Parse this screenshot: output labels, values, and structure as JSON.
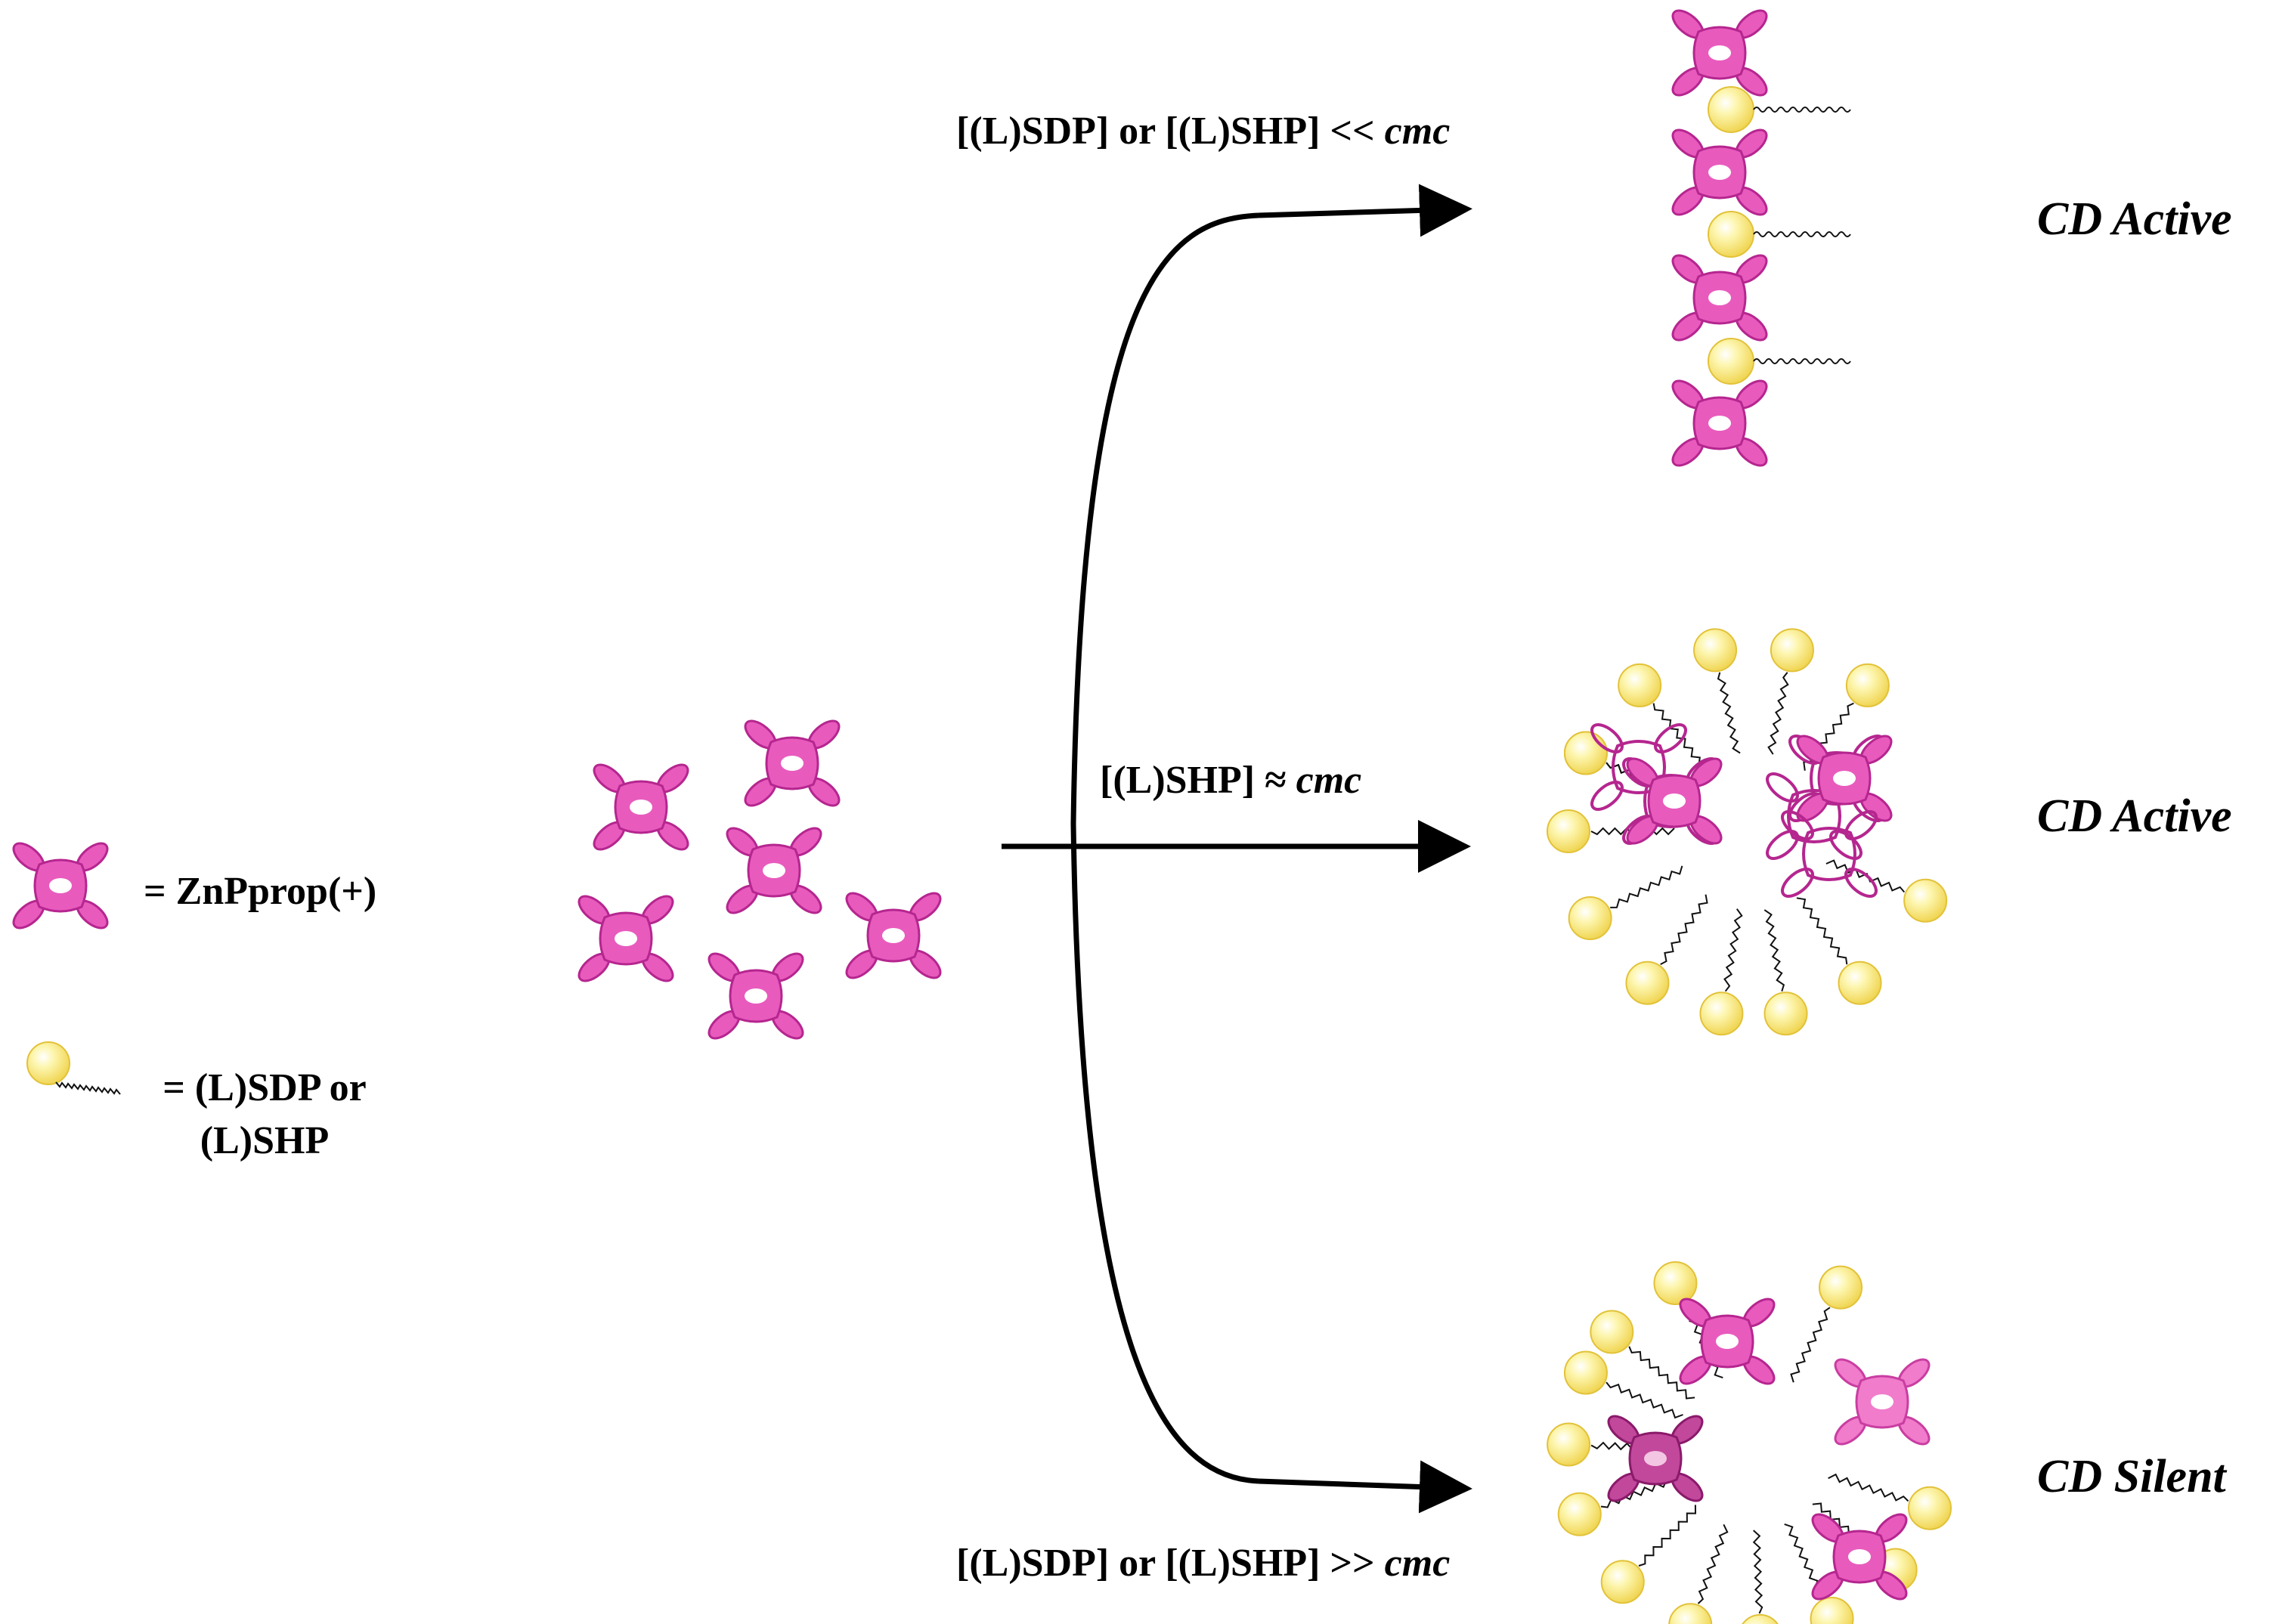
{
  "legend": {
    "porphyrin_label": "= ZnPprop(+)",
    "surfactant_label_line1": "= (L)SDP or",
    "surfactant_label_line2": "(L)SHP"
  },
  "conditions": {
    "top": {
      "prefix": "[(L)SDP] or [(L)SHP] << ",
      "suffix": "cmc"
    },
    "middle": {
      "prefix": "[(L)SHP] ≈ ",
      "suffix": "cmc"
    },
    "bottom": {
      "prefix": "[(L)SDP] or [(L)SHP] >> ",
      "suffix": "cmc"
    }
  },
  "states": {
    "top": "CD Active",
    "middle": "CD Active",
    "bottom": "CD Silent"
  },
  "colors": {
    "porphyrin_fill": "#e85bbd",
    "porphyrin_stroke": "#b5268f",
    "porphyrin_dark_fill": "#c2489b",
    "porphyrin_light_fill": "#f07ccb",
    "surfactant_head": "#f7e15a",
    "arrow": "#000000"
  },
  "icons": {
    "porphyrin": "zn-porphyrin-icon",
    "surfactant": "surfactant-icon"
  }
}
